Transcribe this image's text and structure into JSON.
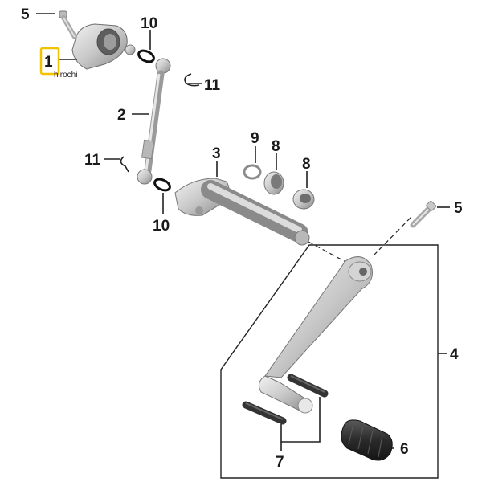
{
  "callouts": {
    "c1": "1",
    "c2": "2",
    "c3": "3",
    "c4": "4",
    "c5a": "5",
    "c5b": "5",
    "c6": "6",
    "c7": "7",
    "c8a": "8",
    "c8b": "8",
    "c9": "9",
    "c10a": "10",
    "c10b": "10",
    "c11a": "11",
    "c11b": "11"
  },
  "watermark": "hirochi",
  "colors": {
    "highlight": "#f2c200",
    "metal_light": "#e6e6e6",
    "metal_mid": "#bdbdbd",
    "metal_dark": "#7d7d7d",
    "rubber": "#2e2e2e",
    "line": "#222222"
  }
}
